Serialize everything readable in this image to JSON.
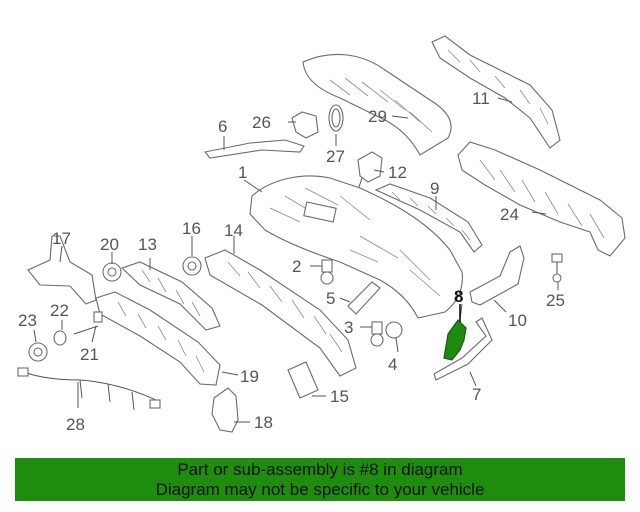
{
  "labels": {
    "p1": "1",
    "p2": "2",
    "p3": "3",
    "p4": "4",
    "p5": "5",
    "p6": "6",
    "p7": "7",
    "p8": "8",
    "p9": "9",
    "p10": "10",
    "p11": "11",
    "p12": "12",
    "p13": "13",
    "p14": "14",
    "p15": "15",
    "p16": "16",
    "p17": "17",
    "p18": "18",
    "p19": "19",
    "p20": "20",
    "p21": "21",
    "p22": "22",
    "p23": "23",
    "p24": "24",
    "p25": "25",
    "p26": "26",
    "p27": "27",
    "p28": "28",
    "p29": "29"
  },
  "highlighted_part": "8",
  "colors": {
    "highlight_fill": "#1f8a10",
    "footer_background": "#1e8c0c",
    "line": "#6b6b6b"
  },
  "footer": {
    "line1": "Part or sub-assembly is #8 in diagram",
    "line2": "Diagram may not be specific to your vehicle"
  }
}
